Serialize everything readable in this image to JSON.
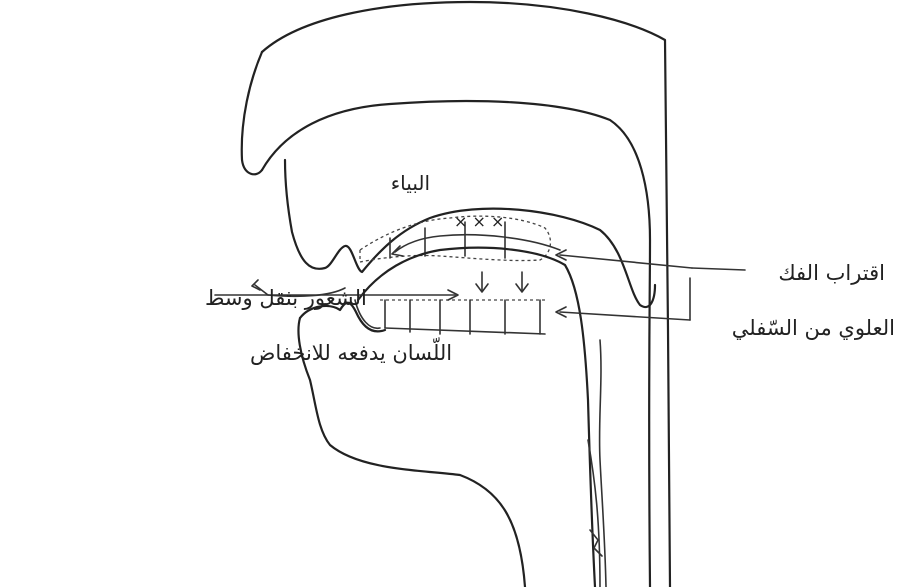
{
  "labels": {
    "palate": "البياء",
    "left_line1": "الشعور بثقل وسط",
    "left_line2": "اللّسان يدفعه للانخفاض",
    "right_line1": "اقتراب الفك",
    "right_line2": "العلوي من السّفلي"
  },
  "marks": {
    "x_marks": "× × ×"
  },
  "colors": {
    "ink": "#222222",
    "paper": "#ffffff"
  }
}
